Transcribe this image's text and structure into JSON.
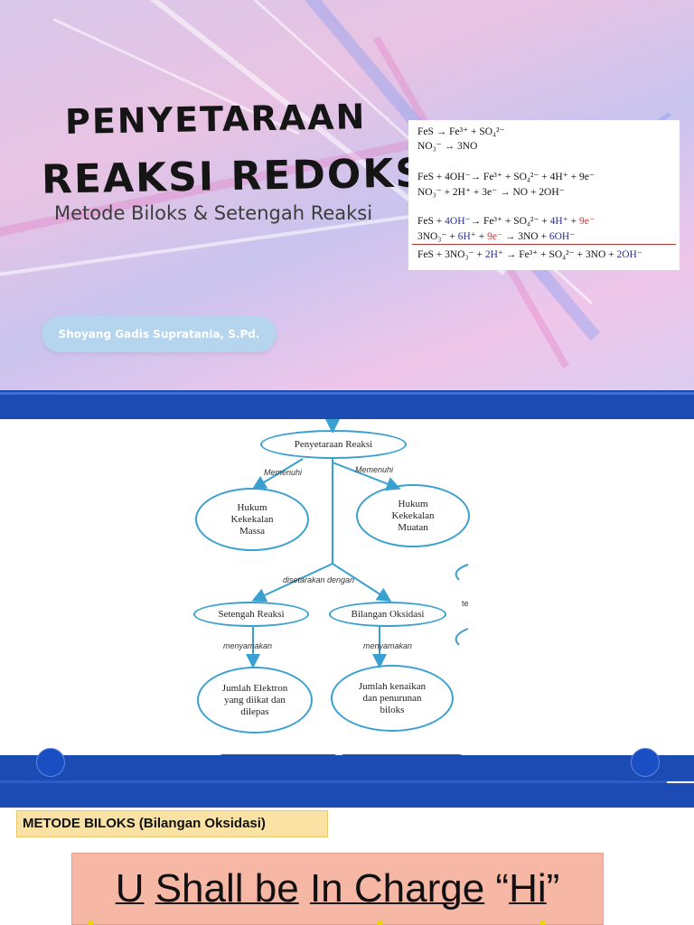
{
  "slide1": {
    "title_line1": "PENYETARAAN",
    "title_line2": "REAKSI REDOKS",
    "subtitle": "Metode Biloks & Setengah Reaksi",
    "author": "Shoyang Gadis Supratania, S.Pd.",
    "equations": {
      "l1": "FeS → Fe³⁺ + SO₄²⁻",
      "l2": "NO₃⁻ → 3NO",
      "l3": "FeS + 4OH⁻→ Fe³⁺ + SO₄²⁻ + 4H⁺ + 9e⁻",
      "l4": "NO₃⁻ + 2H⁺ + 3e⁻ → NO + 2OH⁻",
      "l5a": "FeS + ",
      "l5b": "4OH⁻",
      "l5c": "→ Fe³⁺ + SO₄²⁻ + ",
      "l5d": "4H⁺",
      "l5e": " + ",
      "l5f": "9e⁻",
      "l6a": "3NO₃⁻ + ",
      "l6b": "6H⁺",
      "l6c": " + ",
      "l6d": "9e⁻",
      "l6e": " → 3NO + ",
      "l6f": "6OH⁻",
      "l7a": "FeS + 3NO₃⁻ + ",
      "l7b": "2H⁺",
      "l7c": " → Fe³⁺ + SO₄²⁻ + 3NO + ",
      "l7d": "2OH⁻"
    },
    "colors": {
      "blue_term": "#2c2c8e",
      "red_term": "#cc3333"
    }
  },
  "diagram": {
    "root": "Penyetaraan Reaksi",
    "edge_left": "Memenuhi",
    "edge_right": "Memenuhi",
    "hukum_massa": "Hukum\nKekekalan\nMassa",
    "hukum_muatan": "Hukum\nKekekalan\nMuatan",
    "edge_center": "disetarakan dengan",
    "setengah": "Setengah Reaksi",
    "bilangan": "Bilangan Oksidasi",
    "edge_menyamakan_left": "menyamakan",
    "edge_menyamakan_right": "menyamakan",
    "elektron": "Jumlah Elektron\nyang diikat dan\ndilepas",
    "kenaikan": "Jumlah kenaikan\ndan penurunan\nbiloks",
    "cut_text": "te",
    "stroke_color": "#39a0cf"
  },
  "slide2": {
    "bar_color": "#1b4bb3"
  },
  "slide3": {
    "metode_label": "METODE BILOKS (Bilangan Oksidasi)",
    "mnemonic": {
      "w1": "U",
      "w2": "Shall be",
      "w3": "In Charge",
      "q_open": "“",
      "w4": "Hi",
      "q_close": "”"
    },
    "box_color": "#f6b7a5",
    "label_color": "#f9e2a4"
  }
}
